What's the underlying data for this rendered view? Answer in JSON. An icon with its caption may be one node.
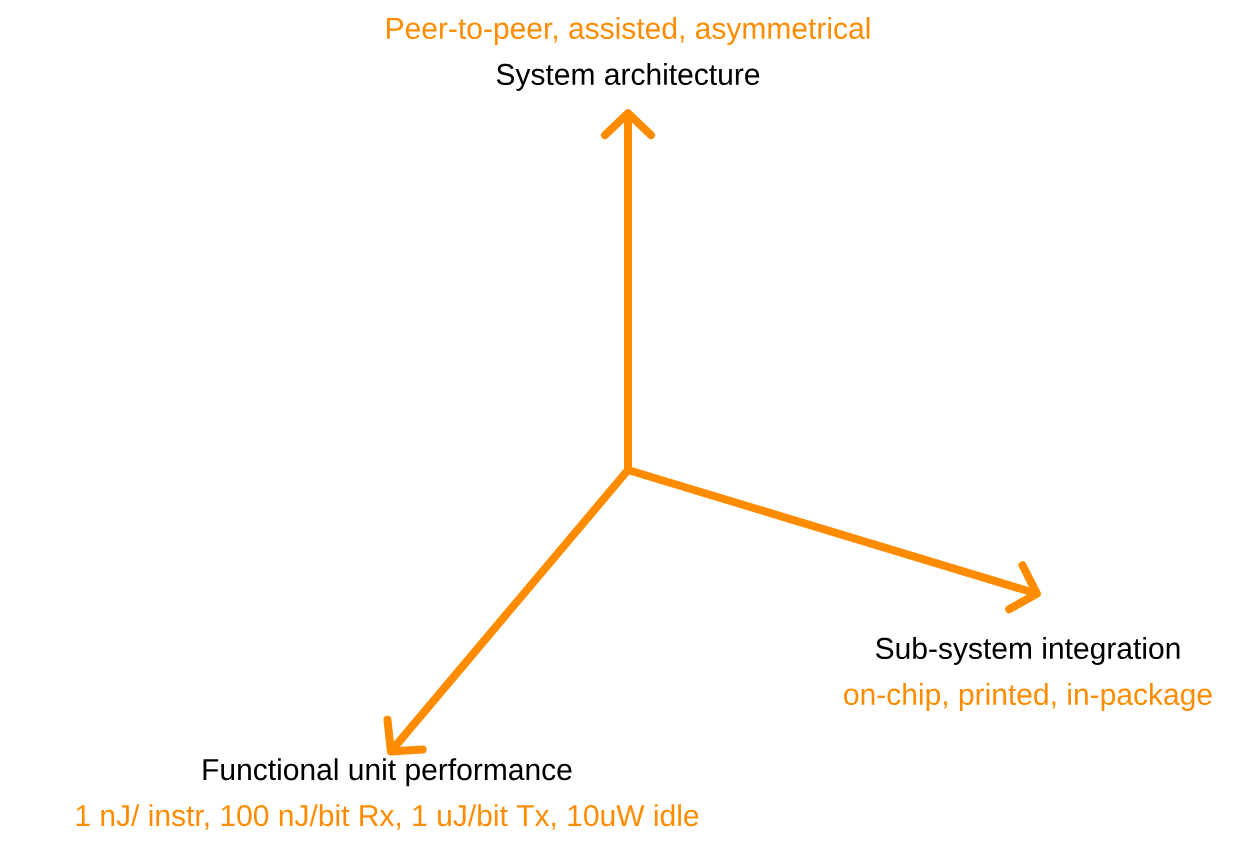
{
  "diagram": {
    "nodes": [
      {
        "text": [
          "Peer-to-peer, assisted, asymmetrical",
          "System architecture"
        ]
      },
      {
        "text": [
          "Sub-system integration",
          "on-chip, printed, in-package"
        ]
      },
      {
        "text": [
          "Functional unit performance",
          "1 nJ/ instr, 100 nJ/bit Rx, 1 uJ/bit Tx, 10uW idle"
        ]
      }
    ],
    "edges": [
      {
        "from": null,
        "to": 0,
        "arrow": "to"
      },
      {
        "from": null,
        "to": 1,
        "arrow": "to"
      },
      {
        "from": null,
        "to": 2,
        "arrow": "to"
      }
    ]
  }
}
